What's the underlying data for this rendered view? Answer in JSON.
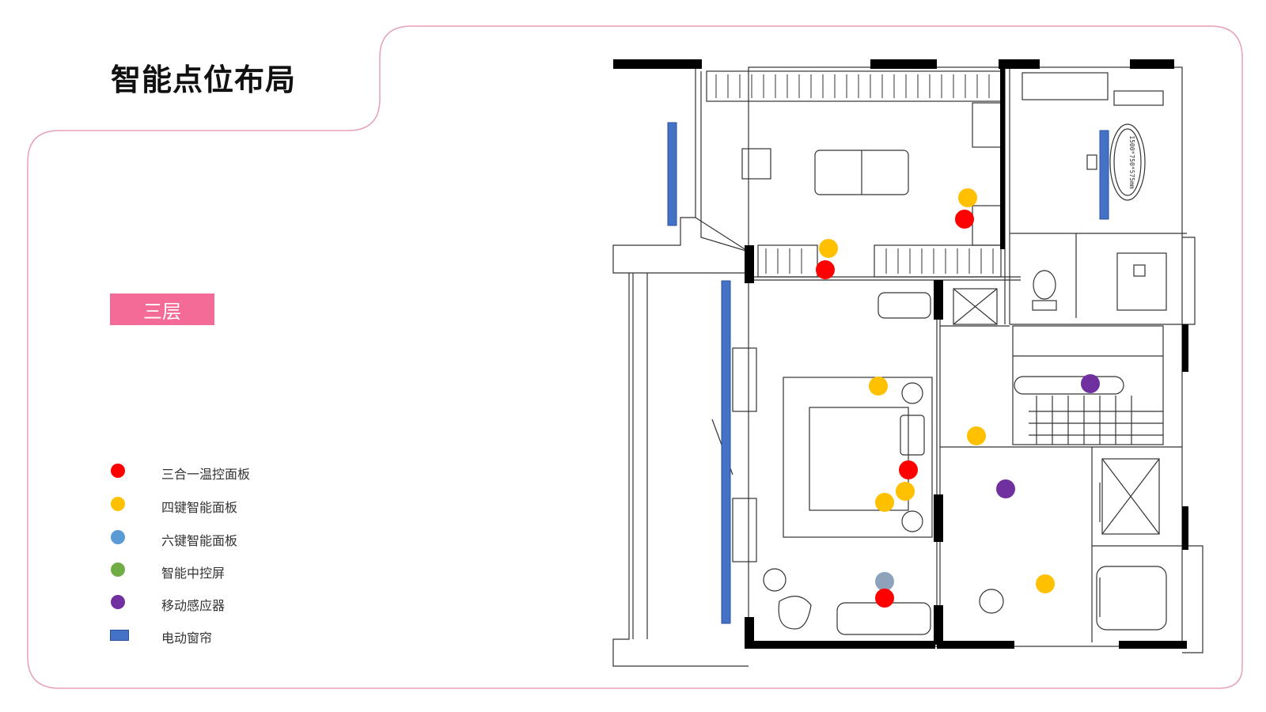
{
  "title": "智能点位布局",
  "floor_label": "三层",
  "legend": [
    {
      "label": "三合一温控面板",
      "color": "#ff0000",
      "shape": "dot"
    },
    {
      "label": "四键智能面板",
      "color": "#ffc000",
      "shape": "dot"
    },
    {
      "label": "六键智能面板",
      "color": "#5b9bd5",
      "shape": "dot"
    },
    {
      "label": "智能中控屏",
      "color": "#70ad47",
      "shape": "dot"
    },
    {
      "label": "移动感应器",
      "color": "#7030a0",
      "shape": "dot"
    },
    {
      "label": "电动窗帘",
      "color": "#4472c4",
      "shape": "rect"
    }
  ],
  "plan": {
    "bathtub_text": "1500*750*575mm",
    "wall_color": "#000000",
    "line_color": "#333333",
    "curtain_color": "#4472c4",
    "six_key_marker_color": "#8ea2bc"
  },
  "frame_color": "#e8a0b4"
}
